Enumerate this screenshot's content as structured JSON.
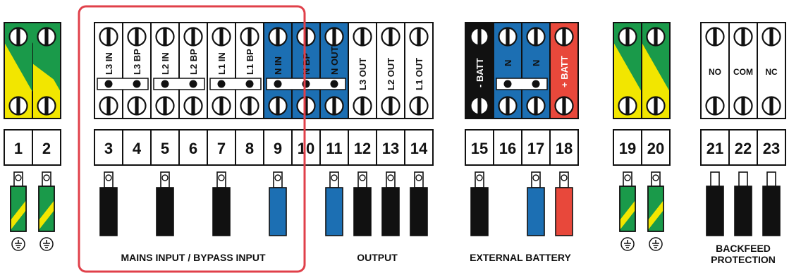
{
  "colors": {
    "green": "#1a9a4a",
    "yellow": "#f2e600",
    "blue": "#1c6fb3",
    "red": "#e8483b",
    "black": "#111111",
    "highlight": "#e0404a"
  },
  "terminal_labels": {
    "t3": "L3 IN",
    "t4": "L3 BP",
    "t5": "L2 IN",
    "t6": "L2 BP",
    "t7": "L1 IN",
    "t8": "L1 BP",
    "t9": "N IN",
    "t10": "N BP",
    "t11": "N OUT",
    "t12": "L3 OUT",
    "t13": "L2 OUT",
    "t14": "L1 OUT",
    "t15": "- BATT",
    "t16": "N",
    "t17": "N",
    "t18": "+ BATT",
    "t21": "NO",
    "t22": "COM",
    "t23": "NC"
  },
  "terminal_numbers": {
    "n1": "1",
    "n2": "2",
    "n3": "3",
    "n4": "4",
    "n5": "5",
    "n6": "6",
    "n7": "7",
    "n8": "8",
    "n9": "9",
    "n10": "10",
    "n11": "11",
    "n12": "12",
    "n13": "13",
    "n14": "14",
    "n15": "15",
    "n16": "16",
    "n17": "17",
    "n18": "18",
    "n19": "19",
    "n20": "20",
    "n21": "21",
    "n22": "22",
    "n23": "23"
  },
  "group_labels": {
    "mains_input": "MAINS INPUT / BYPASS INPUT",
    "output": "OUTPUT",
    "external_battery": "EXTERNAL BATTERY",
    "backfeed_line1": "BACKFEED",
    "backfeed_line2": "PROTECTION"
  },
  "icons": {
    "screw": "slotted-screw-icon",
    "ground": "ground-symbol-icon"
  }
}
